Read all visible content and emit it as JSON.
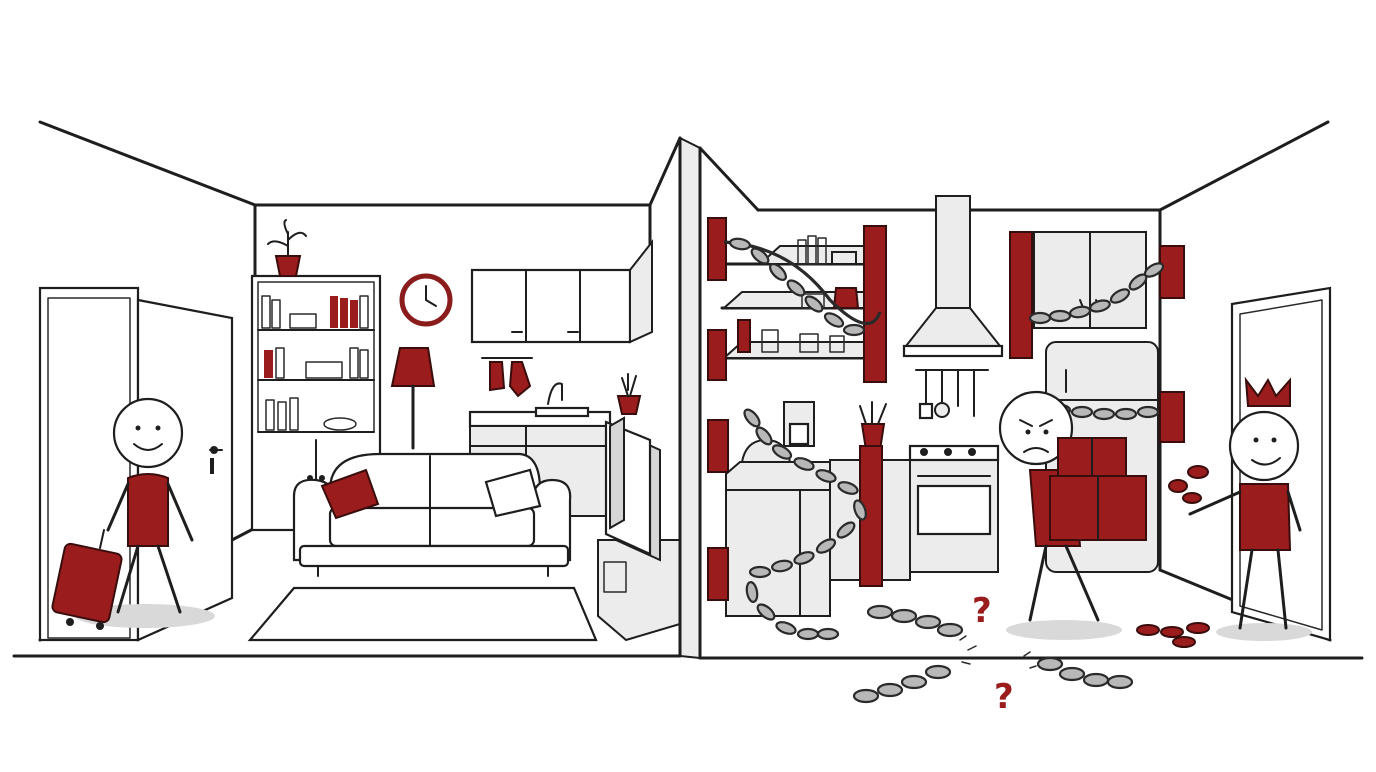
{
  "scene": {
    "left_room": {
      "items": [
        "door",
        "stick-figure-with-suitcase",
        "bookshelf",
        "potted-plant",
        "wall-clock",
        "floor-lamp",
        "sofa",
        "rug",
        "kitchen-cabinets",
        "sink",
        "tv-stand"
      ]
    },
    "right_room": {
      "items": [
        "chained-shelves",
        "range-hood",
        "chained-cabinet",
        "chained-fridge",
        "stove",
        "angry-figure-carrying-boxes",
        "crowned-figure-with-coins",
        "broken-chains",
        "question-marks",
        "door"
      ]
    },
    "question_mark_glyph": "?",
    "colors": {
      "accent_red": "#9b1c1c",
      "ink": "#1e1e1e",
      "grey": "#d6d6d6"
    }
  }
}
